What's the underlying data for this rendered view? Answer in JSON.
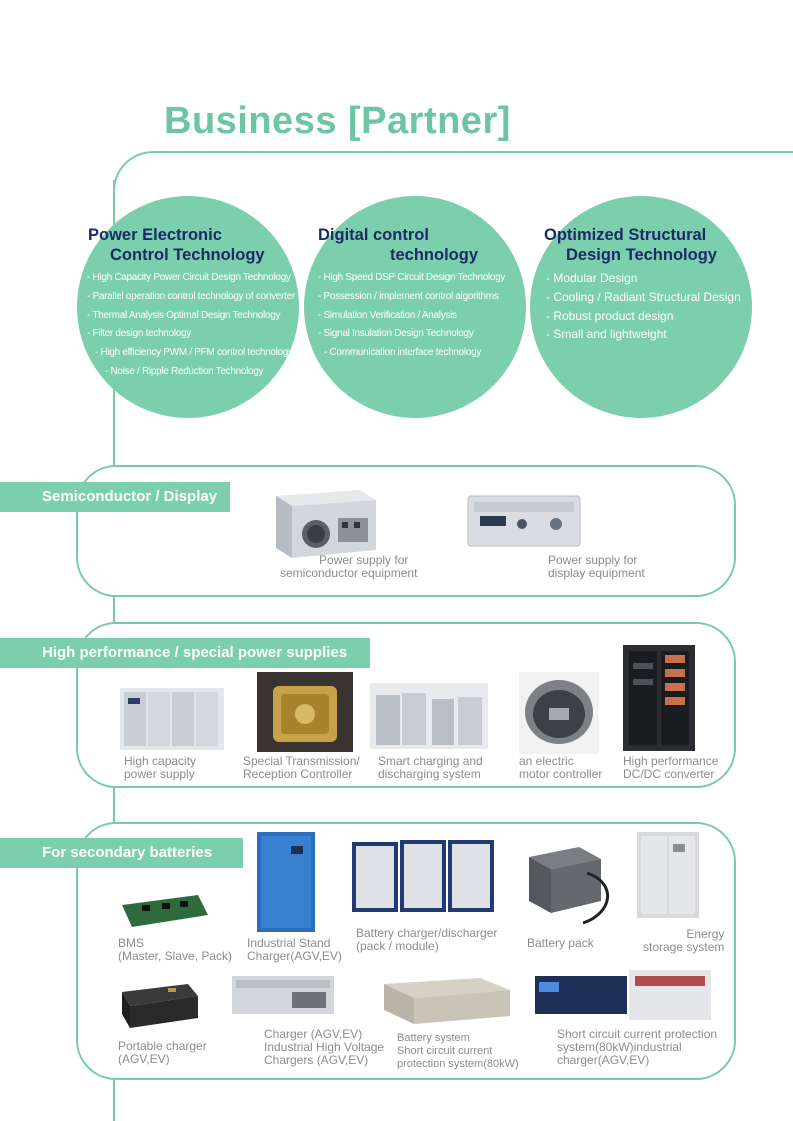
{
  "page": {
    "title": "Business [Partner]"
  },
  "tech_circles": [
    {
      "title_line1": "Power Electronic",
      "title_line2": "Control Technology",
      "items": [
        "- High Capacity Power Circuit Design Technology",
        "- Parallel operation control technology of converter",
        "- Thermal Analysis Optimal Design Technology",
        "- Filter design technology",
        "- High efficiency PWM / PFM control technology",
        "- Noise / Ripple Reduction Technology"
      ]
    },
    {
      "title_line1": "Digital control",
      "title_line2": "technology",
      "items": [
        "- High Speed DSP Circuit Design Technology",
        "- Possession / implement control algorithms",
        "- Simulation Verification / Analysis",
        "- Signal Insulation Design Technology",
        "- Communication interface technology"
      ]
    },
    {
      "title_line1": "Optimized Structural",
      "title_line2": "Design Technology",
      "items": [
        "- Modular Design",
        "- Cooling / Radiant Structural Design",
        "- Robust product design",
        "- Small and lightweight"
      ]
    }
  ],
  "sections": {
    "semiconductor": {
      "label": "Semiconductor / Display",
      "products": [
        {
          "line1": "Power supply for",
          "line2": "semiconductor equipment"
        },
        {
          "line1": "Power supply for",
          "line2": "display equipment"
        }
      ]
    },
    "high_performance": {
      "label": "High performance / special power supplies",
      "products": [
        {
          "line1": "High capacity",
          "line2": "power supply"
        },
        {
          "line1": "Special Transmission/",
          "line2": "Reception Controller"
        },
        {
          "line1": "Smart charging and",
          "line2": "discharging system"
        },
        {
          "line1": "an electric",
          "line2": "motor controller"
        },
        {
          "line1": "High performance",
          "line2": "DC/DC converter"
        }
      ]
    },
    "batteries": {
      "label": "For secondary batteries",
      "products": [
        {
          "line1": "BMS",
          "line2": "(Master, Slave, Pack)"
        },
        {
          "line1": "Industrial Stand",
          "line2": "Charger(AGV,EV)"
        },
        {
          "line1": "Battery charger/discharger",
          "line2": "(pack / module)"
        },
        {
          "line1": "Battery pack"
        },
        {
          "line1": "Energy",
          "line2": "storage system"
        },
        {
          "line1": "Portable charger",
          "line2": "(AGV,EV)"
        },
        {
          "line1": "Charger (AGV,EV)",
          "line2": "Industrial High Voltage",
          "line3": "Chargers (AGV,EV)"
        },
        {
          "line1": "Battery system",
          "line2": "Short circuit current",
          "line3": "protection system(80kW)"
        },
        {
          "line1": "Short circuit current protection",
          "line2": "system(80kW)industrial",
          "line3": "charger(AGV,EV)"
        }
      ]
    }
  }
}
